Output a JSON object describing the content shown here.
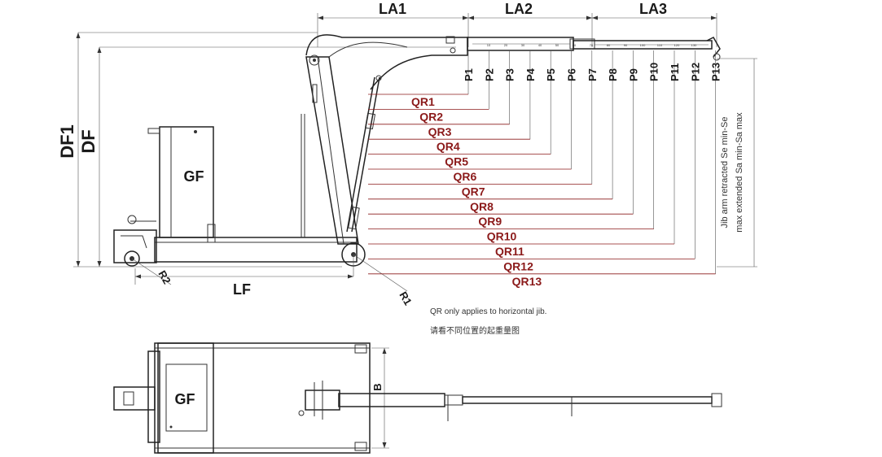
{
  "dimensions": {
    "la1": "LA1",
    "la2": "LA2",
    "la3": "LA3",
    "df1": "DF1",
    "df": "DF",
    "lf": "LF",
    "r1": "R1",
    "r2": "R2",
    "b": "B"
  },
  "positions": [
    "P1",
    "P2",
    "P3",
    "P4",
    "P5",
    "P6",
    "P7",
    "P8",
    "P9",
    "P10",
    "P11",
    "P12",
    "P13"
  ],
  "reaches": [
    "QR1",
    "QR2",
    "QR3",
    "QR4",
    "QR5",
    "QR6",
    "QR7",
    "QR8",
    "QR9",
    "QR10",
    "QR11",
    "QR12",
    "QR13"
  ],
  "jib_scale_labels": [
    "10",
    "20",
    "30",
    "40",
    "50",
    "60",
    "70",
    "80",
    "90",
    "100",
    "110",
    "120",
    "130"
  ],
  "counterweight_label": "GF",
  "counterweight_label_top": "GF",
  "notes": {
    "qr_note": "QR only applies to horizontal jib.",
    "cn_note": "请看不同位置的起重量图"
  },
  "side_labels": {
    "retracted": "Jib arm retracted Se min-Se",
    "extended": "max extended Sa min-Sa max"
  },
  "colors": {
    "qr_color": "#8b1a1a",
    "line_color": "#333333"
  }
}
